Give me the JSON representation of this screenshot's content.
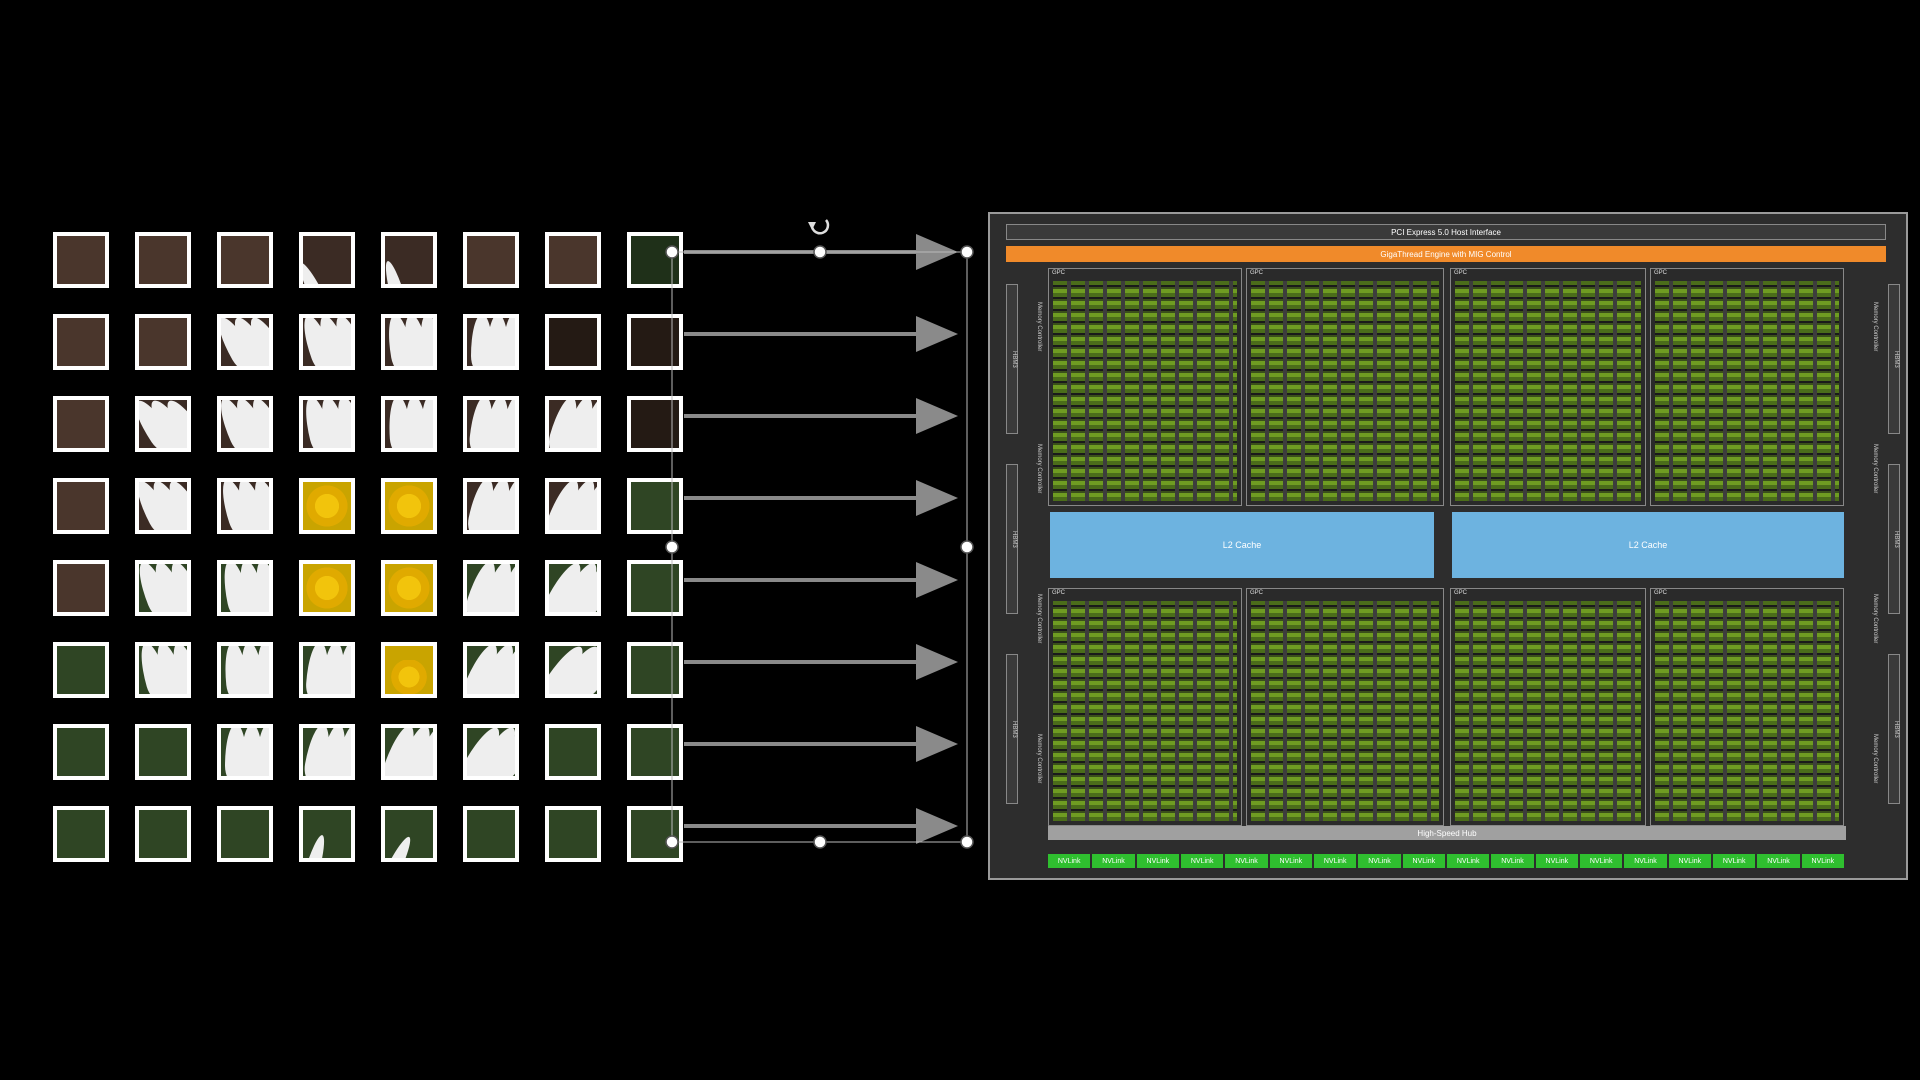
{
  "patch_grid": {
    "rows": 8,
    "cols": 8,
    "patches": [
      [
        "brown",
        "brown",
        "brown",
        "petal-edge",
        "petal-edge",
        "brown",
        "brown",
        "dark-green"
      ],
      [
        "brown",
        "brown",
        "petal",
        "petal",
        "petal",
        "petal",
        "dark",
        "dark"
      ],
      [
        "brown",
        "petal",
        "petal",
        "petal",
        "petal",
        "petal",
        "petal",
        "dark"
      ],
      [
        "brown",
        "petal",
        "petal",
        "center",
        "center",
        "petal",
        "petal",
        "green"
      ],
      [
        "brown",
        "petal",
        "petal",
        "center",
        "center",
        "petal",
        "petal",
        "green"
      ],
      [
        "green",
        "petal",
        "petal",
        "petal",
        "center-edge",
        "petal",
        "petal",
        "green"
      ],
      [
        "green",
        "green",
        "petal",
        "petal",
        "petal",
        "petal",
        "green",
        "green"
      ],
      [
        "green",
        "green",
        "green",
        "petal-edge",
        "petal-edge",
        "green",
        "green",
        "green"
      ]
    ],
    "colors": {
      "brown": "#4a362c",
      "dark": "#241a14",
      "green": "#2f4524",
      "dark-green": "#1f3019",
      "petal": "#eeeeee",
      "border": "#ffffff"
    }
  },
  "arrows": {
    "count": 8,
    "color": "#8a8a8a"
  },
  "chip": {
    "pcie_label": "PCI Express 5.0 Host Interface",
    "gigathread_label": "GigaThread Engine with MIG Control",
    "l2_left_label": "L2 Cache",
    "l2_right_label": "L2 Cache",
    "hub_label": "High-Speed Hub",
    "nvlink_label": "NVLink",
    "nvlink_count": 18,
    "gpc_label": "GPC",
    "hbm_label": "HBM3",
    "memory_controller_label": "Memory Controller",
    "colors": {
      "gigathread": "#f08a2a",
      "l2": "#6db3e0",
      "nvlink": "#2fbf2f",
      "sm": "#6f9c22"
    }
  }
}
